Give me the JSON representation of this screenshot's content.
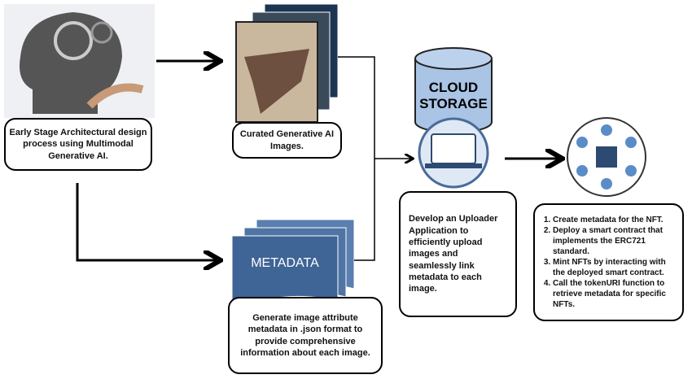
{
  "captions": {
    "design": "Early Stage Architectural design process using Multimodal Generative AI.",
    "curated": "Curated Generative AI Images.",
    "metadata_label": "METADATA",
    "metadata": "Generate image attribute metadata in .json format to provide comprehensive information about each image.",
    "cloud": "CLOUD STORAGE",
    "uploader": "Develop an Uploader Application to efficiently upload images and seamlessly link metadata to each image."
  },
  "steps": [
    "Create metadata for the NFT.",
    "Deploy a smart contract that implements the ERC721 standard.",
    "Mint NFTs by interacting with the deployed smart contract.",
    "Call the tokenURI function to retrieve metadata for specific NFTs."
  ],
  "colors": {
    "cylinder": "#a9c4e4",
    "metadata_doc": "#3f6496",
    "circle": "#4a6b9a"
  }
}
